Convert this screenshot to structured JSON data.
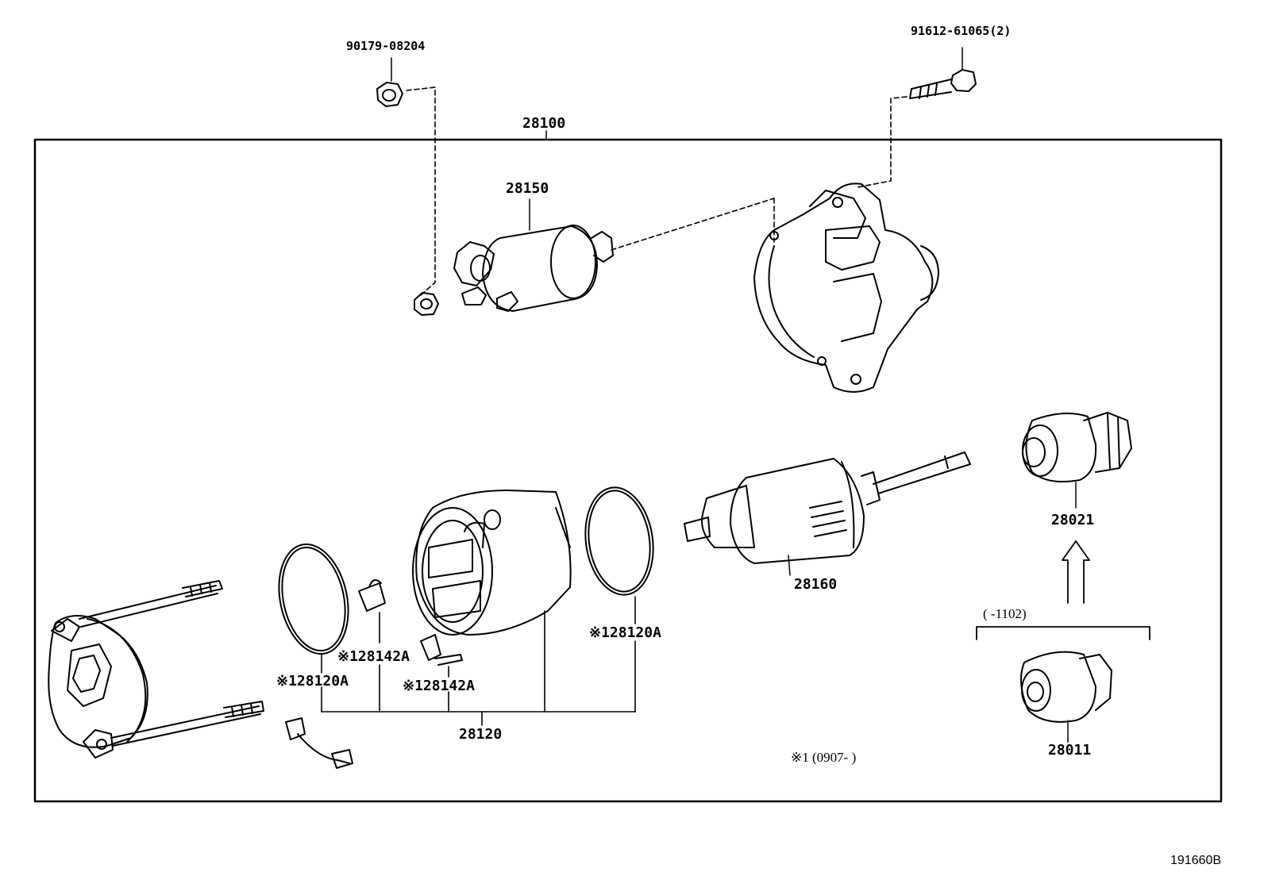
{
  "labels": {
    "nut_top": "90179-08204",
    "bolt_top": "91612-61065(2)",
    "assembly": "28100",
    "switch": "28150",
    "armature": "28160",
    "clutch_upper": "28021",
    "clutch_lower": "28011",
    "yoke_group": "28120",
    "ring_left": "※128120A",
    "ring_right": "※128120A",
    "spring_upper": "※128142A",
    "spring_lower": "※128142A",
    "date_range_clutch": "(      -1102)",
    "footnote": "※1  (0907-       )",
    "ref_code": "191660B"
  }
}
